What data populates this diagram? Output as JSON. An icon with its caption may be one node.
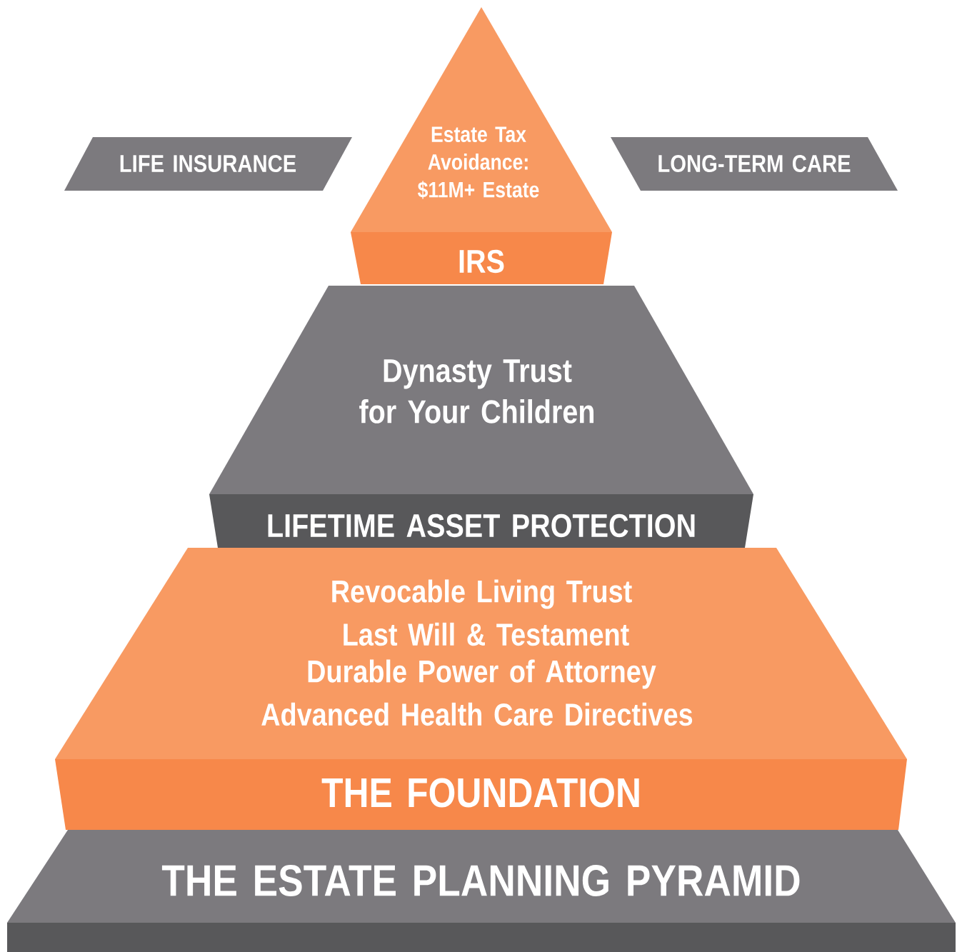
{
  "diagram": {
    "nodes": [
      {
        "text": [
          "LIFE INSURANCE"
        ]
      },
      {
        "text": [
          "Estate Tax Avoidance: $11M+ Estate",
          "IRS"
        ]
      },
      {
        "text": [
          "LONG-TERM CARE"
        ]
      },
      {
        "text": [
          "Dynasty Trust for Your Children",
          "LIFETIME ASSET PROTECTION"
        ]
      },
      {
        "text": [
          "Revocable Living Trust",
          "Last Will & Testament",
          "Durable Power of Attorney",
          "Advanced Health Care Directives",
          "THE FOUNDATION"
        ]
      },
      {
        "text": [
          "THE ESTATE PLANNING PYRAMID"
        ]
      }
    ]
  }
}
